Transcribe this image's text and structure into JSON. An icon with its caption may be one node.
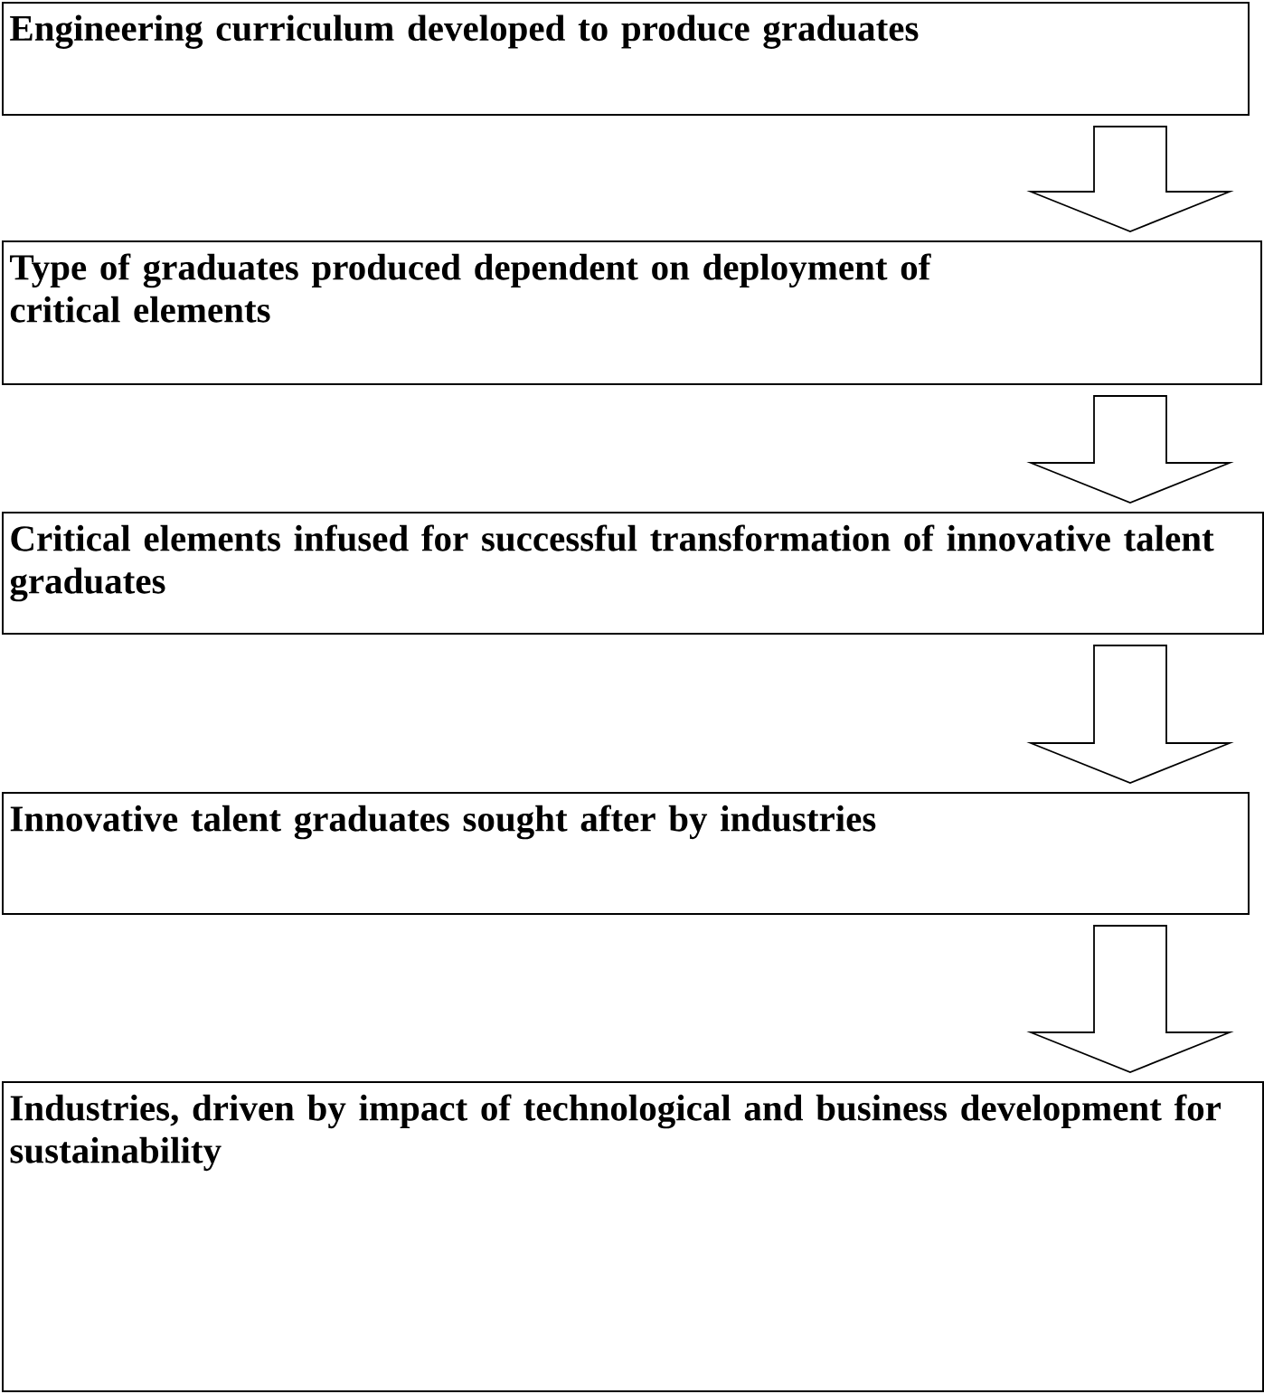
{
  "diagram": {
    "nodes": [
      {
        "text": [
          "Engineering curriculum developed to produce graduates"
        ]
      },
      {
        "text": [
          "Type of graduates produced dependent on deployment of critical elements"
        ]
      },
      {
        "text": [
          "Critical elements infused for successful transformation of innovative talent graduates"
        ]
      },
      {
        "text": [
          "Innovative talent graduates sought after by industries"
        ]
      },
      {
        "text": [
          "Industries, driven by impact of technological and business development for sustainability"
        ]
      }
    ],
    "edges": [
      {
        "from": 0,
        "to": 1,
        "arrow": "to"
      },
      {
        "from": 1,
        "to": 2,
        "arrow": "to"
      },
      {
        "from": 2,
        "to": 3,
        "arrow": "to"
      },
      {
        "from": 3,
        "to": 4,
        "arrow": "to"
      }
    ]
  }
}
